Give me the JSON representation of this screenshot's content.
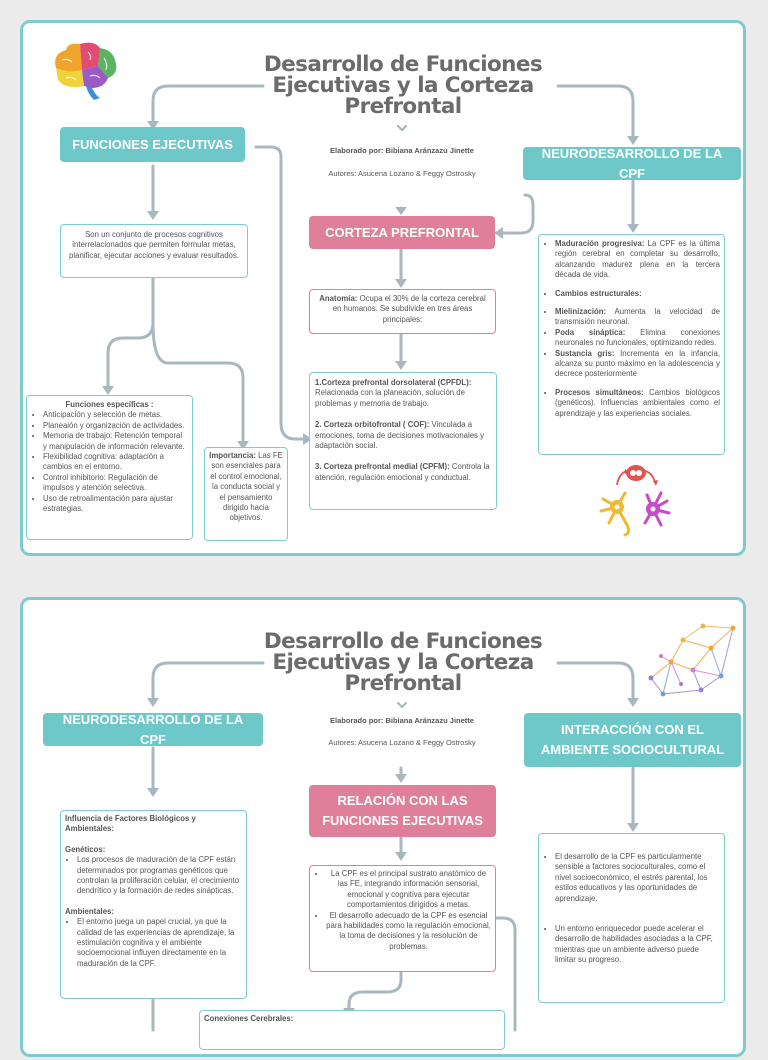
{
  "page1": {
    "title": "Desarrollo de Funciones Ejecutivas y la Corteza Prefrontal",
    "author_label": "Elaborado por: ",
    "author_name": "Bibiana Aránzazu Jinette",
    "sources": "Autores: Asucena Lozano & Feggy Ostrosky",
    "fe_header": "FUNCIONES EJECUTIVAS",
    "fe_definition": "Son un conjunto de procesos cognitivos interrelacionados que permiten formular metas, planificar, ejecutar acciones y evaluar resultados.",
    "specific_title": "Funciones específicas :",
    "specific_items": [
      "Anticipación y selección de metas.",
      "Planeaión y organización de actividades.",
      "Memoria de trabajo: Retención temporal y manipulación de información relevante.",
      "Flexibilidad cognitiva: adaptación a cambios en el entorno.",
      "Control inhibitorio: Regulación de impulsos y atención selectiva.",
      "Uso de retroalimentación para ajustar estrategias."
    ],
    "importance_label": "Importancia:",
    "importance_text": " Las FE son esenciales para el control emocional, la conducta social y el pensamiento dirigido hacia objetivos.",
    "cpf_header": "CORTEZA PREFRONTAL",
    "anatomy_label": "Anatomía:",
    "anatomy_text": " Ocupa el 30% de la corteza cerebral en humanos. Se subdivide en tres áreas principales:",
    "areas": [
      {
        "label": "1.Corteza prefrontal dorsolateral (CPFDL):",
        "text": " Relacionada con la planeación, solución de problemas y memoria de trabajo."
      },
      {
        "label": "2. Corteza orbitofrontal ( COF):",
        "text": " Vinculada a emociones, toma de decisiones motivacionales y adaptación social."
      },
      {
        "label": "3. Corteza prefrontal medial (CPFM):",
        "text": " Controla la atención, regulación emocional y conductual."
      }
    ],
    "neuro_header": "NEURODESARROLLO DE LA CPF",
    "neuro_items": [
      {
        "label": "Maduración progresiva:",
        "text": " La CPF es la última región cerebral en completar su desarrollo, alcanzando madurez plena en la tercera década de vida."
      },
      {
        "label": "Cambios estructurales:",
        "text": ""
      },
      {
        "label": "Mielinización:",
        "text": " Aumenta la velocidad de transmisión neuronal."
      },
      {
        "label": "Poda sináptica:",
        "text": " Elimina conexiones neuronales no funcionales, optimizando redes."
      },
      {
        "label": "Sustancia gris:",
        "text": " Incrementa en la infancia, alcanza su punto máximo en la adolescencia y decrece posteriormente"
      },
      {
        "label": "Procesos simultáneos:",
        "text": " Cambios biológicos (genéticos). Influencias ambientales como el aprendizaje y las experiencias sociales."
      }
    ]
  },
  "page2": {
    "title": "Desarrollo de Funciones Ejecutivas y la Corteza Prefrontal",
    "author_label": "Elaborado por: ",
    "author_name": "Bibiana Aránzazu Jinette",
    "sources": "Autores: Asucena Lozano & Feggy Ostrosky",
    "neuro_header": "NEURODESARROLLO DE LA CPF",
    "factors_title": "Influencia de Factores Biológicos y Ambientales:",
    "genetic_title": "Genéticos:",
    "genetic_item": "Los procesos de maduración de la CPF están determinados por programas genéticos que controlan la proliferación celular, el crecimiento dendrítico y la formación de redes sinápticas.",
    "env_title": "Ambientales:",
    "env_item": "El entorno juega un papel crucial, ya que la calidad de las experiencias de aprendizaje, la estimulación cognitiva y el ambiente socioemocional influyen directamente en la maduración de la CPF.",
    "relation_header": "RELACIÓN CON LAS FUNCIONES EJECUTIVAS",
    "relation_items": [
      "La CPF es el principal sustrato anatómico de las FE, integrando información sensorial, emocional y cognitiva para ejecutar comportamientos dirigidos a metas.",
      "El desarrollo adecuado de la CPF es esencial para habilidades como la regulación emocional, la toma de decisiones y la resolución de problemas."
    ],
    "social_header": "INTERACCIÓN CON EL AMBIENTE SOCIOCULTURAL",
    "social_p1": "El desarrollo de la CPF es particularmente sensible a factores socioculturales, como el nivel socioeconómico, el estrés parental, los estilos educativos y las oportunidades de aprendizaje.",
    "social_p2": "Un entorno enriquecedor puede acelerar el desarrollo de habilidades asociadas a la CPF, mientras que un ambiente adverso puede limitar su progreso.",
    "connections_title": "Conexiones Cerebrales:"
  },
  "colors": {
    "teal": "#6ec8c9",
    "pink": "#e07f9a",
    "line": "#a9b7bf",
    "border": "#7ecbcd"
  },
  "icons": [
    "brain-icon",
    "neuron-cycle-icon",
    "network-icon",
    "chevron-down-icon"
  ]
}
